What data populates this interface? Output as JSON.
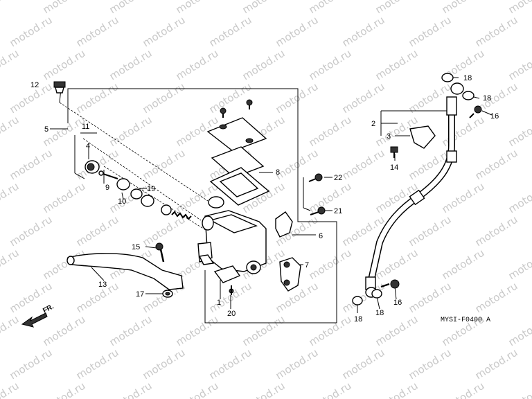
{
  "watermark": "motod.ru",
  "diagram_code": "MYSI-F0400 A",
  "direction_label": "FR.",
  "callouts": [
    "1",
    "2",
    "3",
    "4",
    "5",
    "6",
    "7",
    "8",
    "9",
    "10",
    "11",
    "12",
    "13",
    "14",
    "15",
    "16",
    "16",
    "17",
    "18",
    "18",
    "18",
    "18",
    "19",
    "20",
    "21",
    "22"
  ]
}
